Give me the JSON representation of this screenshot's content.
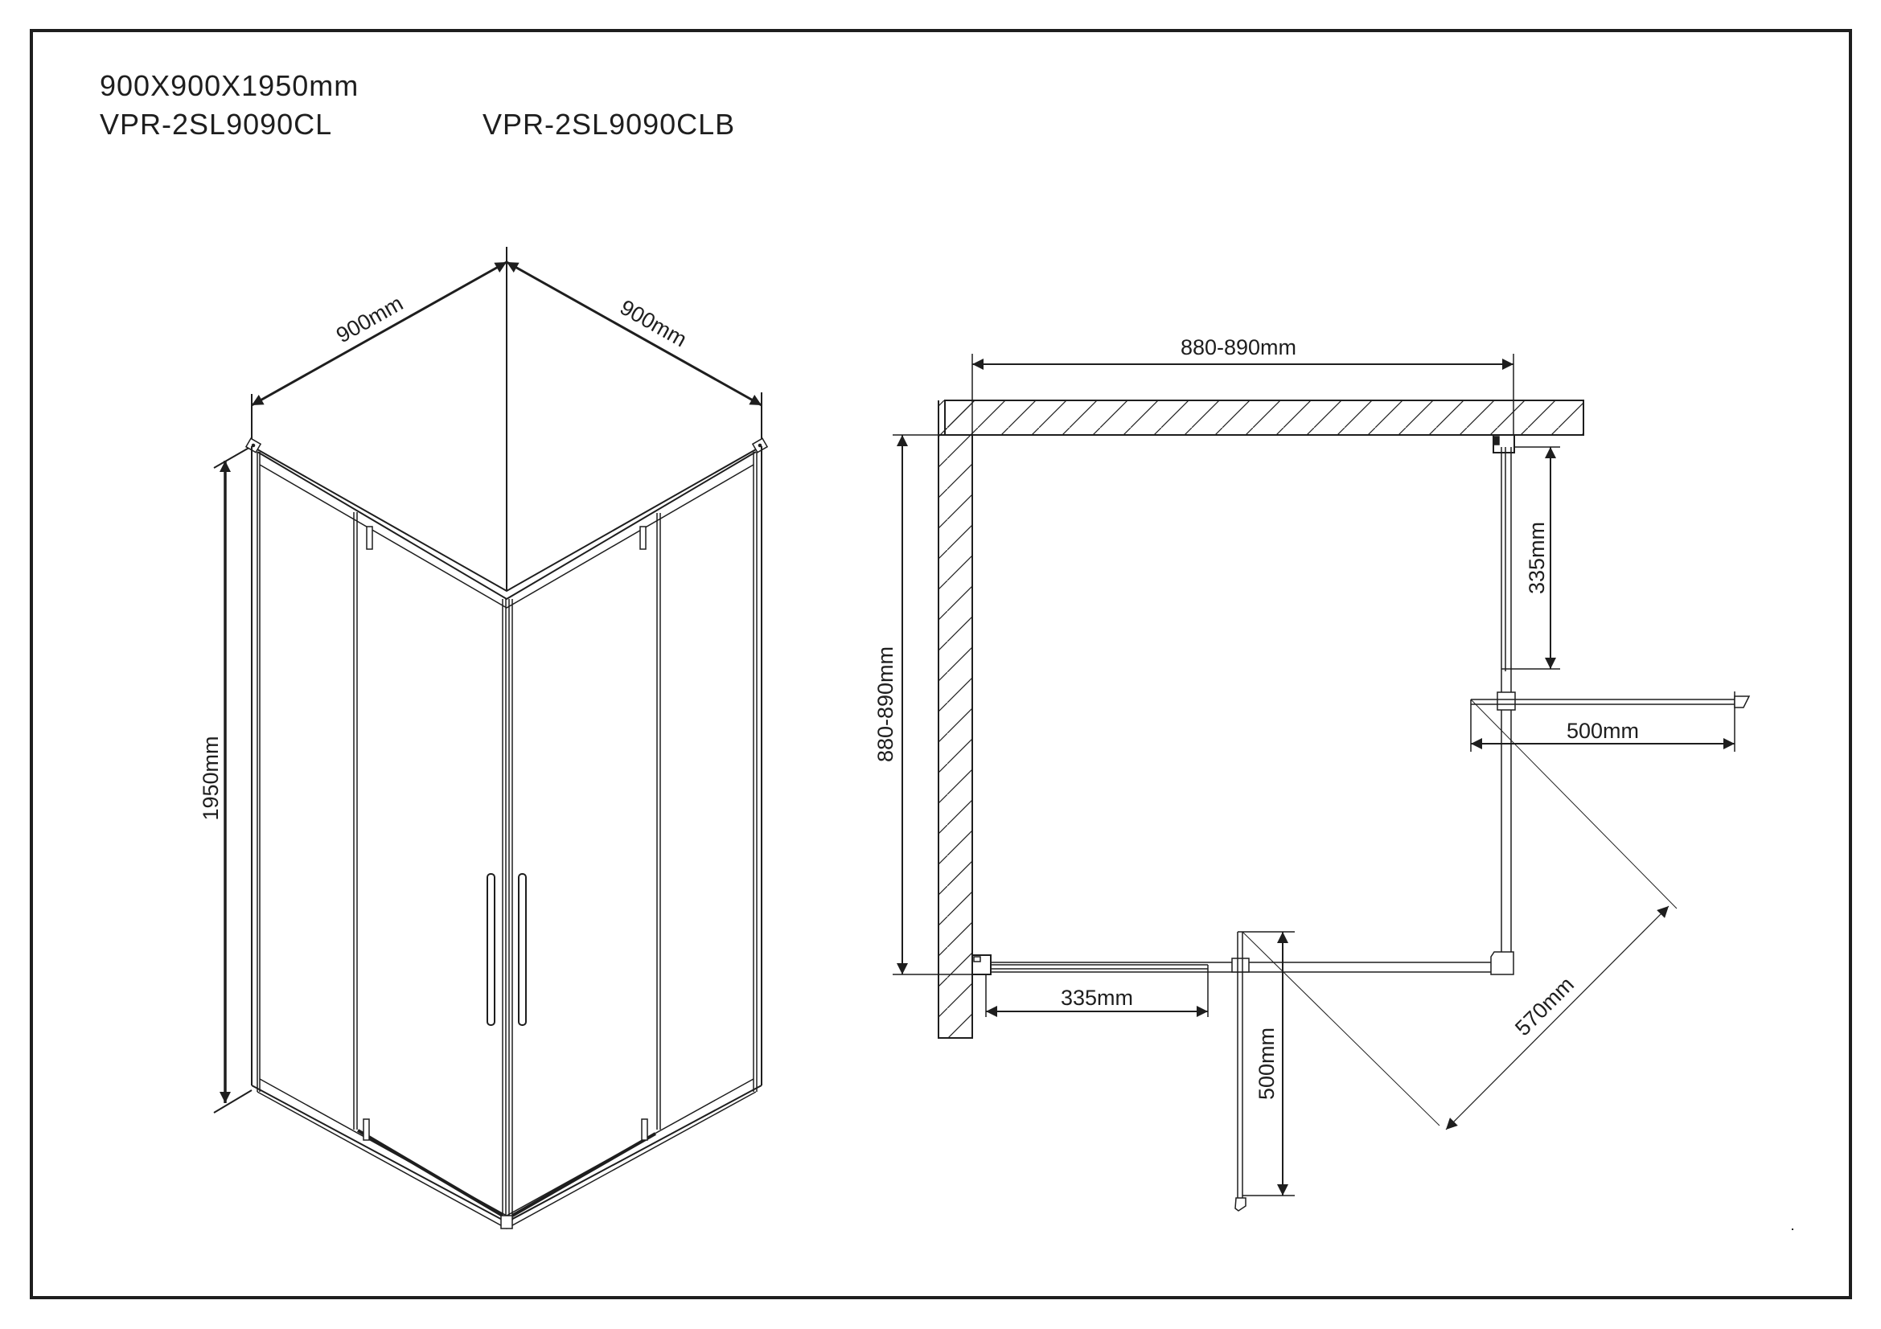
{
  "header": {
    "dimensions": "900X900X1950mm",
    "model_1": "VPR-2SL9090CL",
    "model_2": "VPR-2SL9090CLB"
  },
  "isometric_view": {
    "width_left": "900mm",
    "width_right": "900mm",
    "height": "1950mm"
  },
  "plan_view": {
    "top_opening": "880-890mm",
    "side_opening": "880-890mm",
    "fixed_panel_right": "335mm",
    "fixed_panel_bottom": "335mm",
    "door_swing_right": "500mm",
    "door_swing_bottom": "500mm",
    "entry_diagonal": "570mm"
  },
  "colors": {
    "line": "#1e1e1e",
    "background": "#ffffff"
  }
}
